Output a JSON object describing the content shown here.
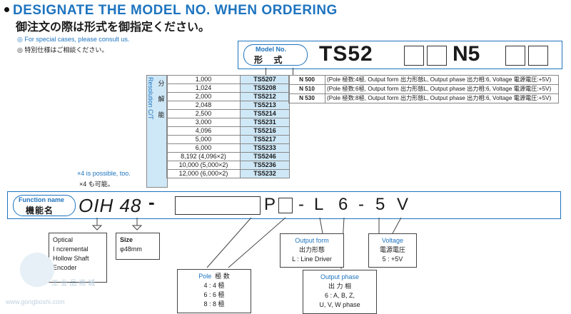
{
  "header": {
    "title": "DESIGNATE THE MODEL NO. WHEN ORDERING",
    "subtitle": "御注文の際は形式を御指定ください。",
    "note_en": "◎ For special cases, please consult us.",
    "note_jp": "◎ 特別仕様はご相談ください。"
  },
  "model": {
    "label_en": "Model No.",
    "label_jp": "形 式",
    "prefix": "TS52",
    "mid": "N5"
  },
  "resolution": {
    "label_en": "Resolution C/T",
    "label_jp": [
      "分",
      "解",
      "能"
    ],
    "label_ct": "C/T",
    "rows": [
      {
        "res": "1,000",
        "ts": "TS5207"
      },
      {
        "res": "1,024",
        "ts": "TS5208"
      },
      {
        "res": "2,000",
        "ts": "TS5212"
      },
      {
        "res": "2,048",
        "ts": "TS5213"
      },
      {
        "res": "2,500",
        "ts": "TS5214"
      },
      {
        "res": "3,000",
        "ts": "TS5231"
      },
      {
        "res": "4,096",
        "ts": "TS5216"
      },
      {
        "res": "5,000",
        "ts": "TS5217"
      },
      {
        "res": "6,000",
        "ts": "TS5233"
      },
      {
        "res": "8,192 (4,096×2)",
        "ts": "TS5246"
      },
      {
        "res": "10,000 (5,000×2)",
        "ts": "TS5236"
      },
      {
        "res": "12,000 (6,000×2)",
        "ts": "TS5232"
      }
    ]
  },
  "n_options": [
    {
      "code": "N 500",
      "desc": "(Pole 極数:4極, Output form 出力形態L, Output phase 出力相:6, Voltage 電源電圧:+5V)"
    },
    {
      "code": "N 510",
      "desc": "(Pole 極数:6極, Output form 出力形態L, Output phase 出力相:6, Voltage 電源電圧:+5V)"
    },
    {
      "code": "N 530",
      "desc": "(Pole 極数:8極, Output form 出力形態L, Output phase 出力相:6, Voltage 電源電圧:+5V)"
    }
  ],
  "x4_note": {
    "en": "×4 is possible, too.",
    "jp": "×4 も可能。"
  },
  "function": {
    "label_en": "Function name",
    "label_jp": "機能名",
    "code": "OIH 48",
    "dash": "-",
    "p": "P",
    "tail": [
      "-",
      "L",
      "6",
      "-",
      "5",
      "V"
    ]
  },
  "descriptions": {
    "type": {
      "lines": [
        "Optical",
        "I ncremental",
        "Hollow Shaft",
        "Encoder"
      ]
    },
    "size": {
      "title": "Size",
      "value": "φ48mm"
    },
    "output_form": {
      "title": "Output form",
      "jp": "出力形態",
      "value": "L : Line Driver"
    },
    "voltage": {
      "title": "Voltage",
      "jp": "電源電圧",
      "value": "5 : +5V"
    },
    "pole": {
      "title": "Pole",
      "jp": "極 数",
      "items": [
        "4 : 4 極",
        "6 : 6 極",
        "8 : 8 極"
      ]
    },
    "output_phase": {
      "title": "Output phase",
      "jp": "出 力 相",
      "items": [
        "6 : A, B, Z,",
        "U, V, W phase"
      ]
    }
  },
  "watermark": {
    "jp": "工 业 品 商 城",
    "url": "www.gongboshi.com"
  },
  "colors": {
    "accent": "#1e74bf",
    "fill": "#cfe8f7"
  }
}
